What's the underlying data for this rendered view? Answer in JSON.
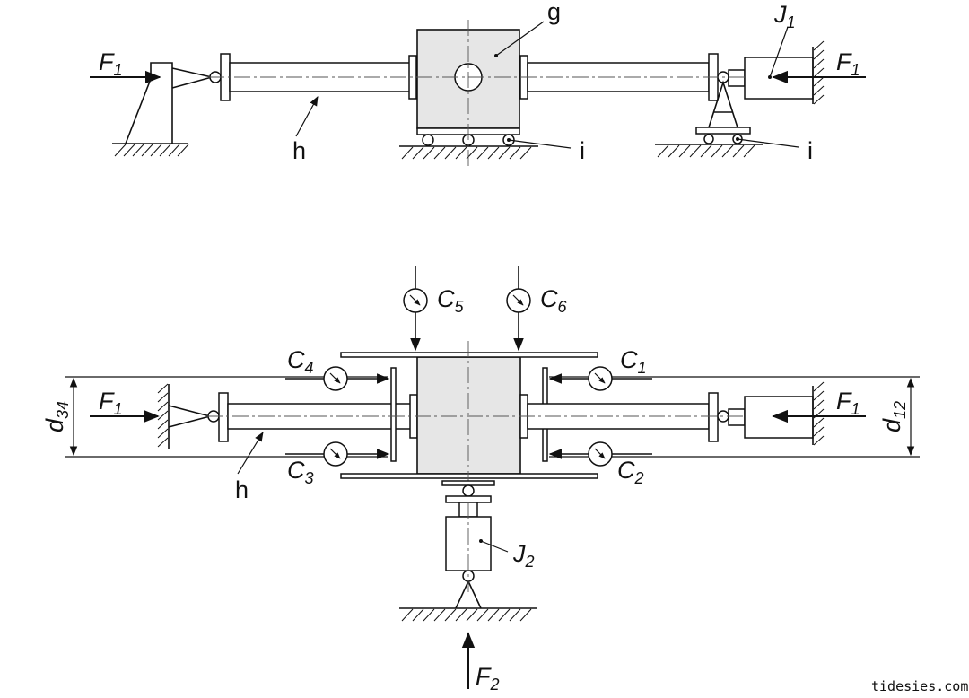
{
  "labels": {
    "F1_top_left": {
      "main": "F",
      "sub": "1"
    },
    "F1_top_right": {
      "main": "F",
      "sub": "1"
    },
    "J1": {
      "main": "J",
      "sub": "1"
    },
    "g": "g",
    "h_top": "h",
    "i_left": "i",
    "i_right": "i",
    "C1": {
      "main": "C",
      "sub": "1"
    },
    "C2": {
      "main": "C",
      "sub": "2"
    },
    "C3": {
      "main": "C",
      "sub": "3"
    },
    "C4": {
      "main": "C",
      "sub": "4"
    },
    "C5": {
      "main": "C",
      "sub": "5"
    },
    "C6": {
      "main": "C",
      "sub": "6"
    },
    "F1_bot_left": {
      "main": "F",
      "sub": "1"
    },
    "F1_bot_right": {
      "main": "F",
      "sub": "1"
    },
    "d34": {
      "main": "d",
      "sub": "34"
    },
    "d12": {
      "main": "d",
      "sub": "12"
    },
    "h_bot": "h",
    "J2": {
      "main": "J",
      "sub": "2"
    },
    "F2": {
      "main": "F",
      "sub": "2"
    }
  },
  "watermark": "tidesies.com"
}
